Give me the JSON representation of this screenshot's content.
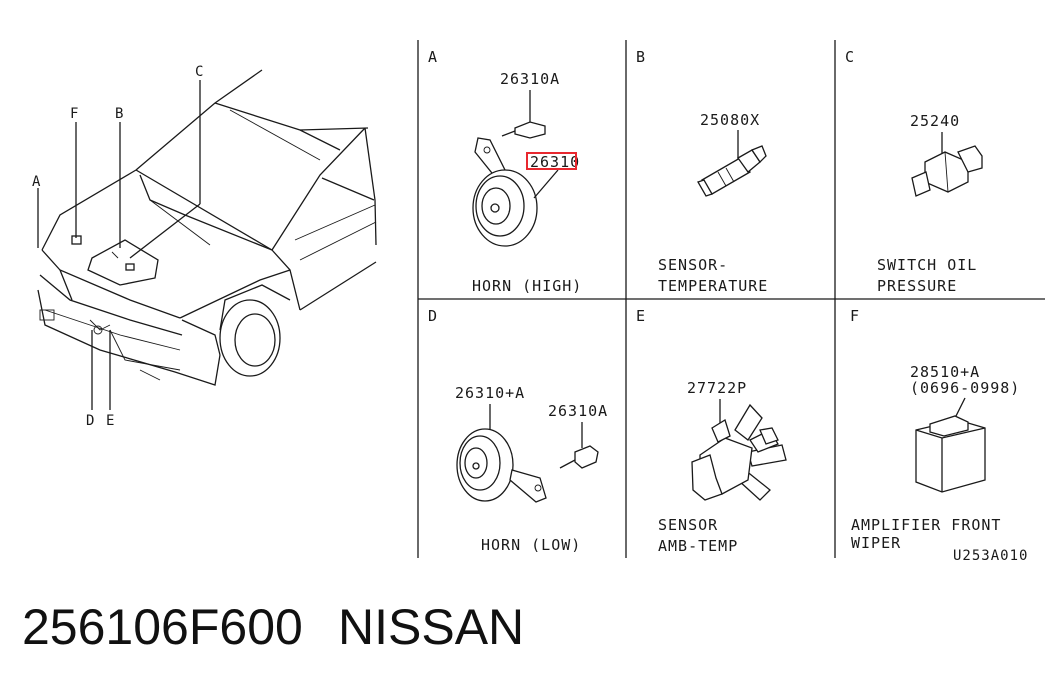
{
  "callouts": {
    "a": "A",
    "b": "B",
    "c": "C",
    "d": "D",
    "e": "E",
    "f": "F"
  },
  "panels": {
    "a": {
      "letter": "A",
      "label": "HORN (HIGH)",
      "part1": "26310A",
      "part2": "26310"
    },
    "b": {
      "letter": "B",
      "label1": "SENSOR-",
      "label2": "TEMPERATURE",
      "part": "25080X"
    },
    "c": {
      "letter": "C",
      "label1": "SWITCH OIL",
      "label2": "PRESSURE",
      "part": "25240"
    },
    "d": {
      "letter": "D",
      "label": "HORN (LOW)",
      "part1": "26310+A",
      "part2": "26310A"
    },
    "e": {
      "letter": "E",
      "label1": "SENSOR",
      "label2": "AMB-TEMP",
      "part": "27722P"
    },
    "f": {
      "letter": "F",
      "label1": "AMPLIFIER FRONT",
      "label2": "WIPER",
      "part1": "28510+A",
      "part2": "(0696-0998)"
    }
  },
  "diagram_code": "U253A010",
  "highlight_color": "#e8282f",
  "footer": {
    "part_number": "256106F600",
    "brand": "NISSAN"
  }
}
